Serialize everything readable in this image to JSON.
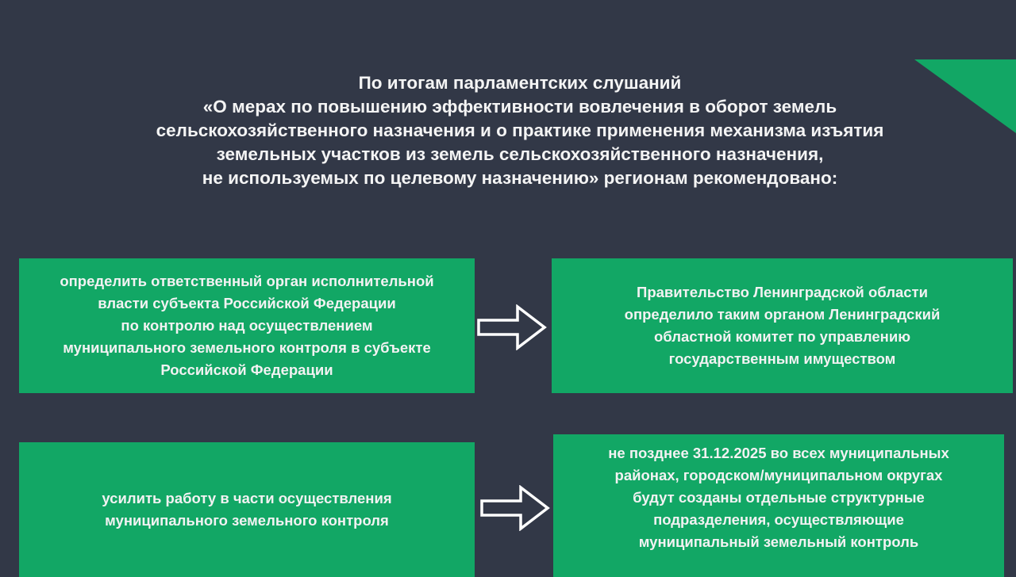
{
  "title": {
    "line1": "По итогам парламентских слушаний",
    "line2": "«О мерах по повышению эффективности вовлечения в оборот земель",
    "line3": "сельскохозяйственного назначения и о практике применения механизма изъятия",
    "line4": "земельных участков из земель сельскохозяйственного назначения,",
    "line5": "не используемых по целевому назначению» регионам рекомендовано:"
  },
  "rows": [
    {
      "recommendation": [
        "определить ответственный орган исполнительной",
        "власти субъекта Российской Федерации",
        "по контролю над осуществлением",
        "муниципального земельного контроля в субъекте",
        "Российской Федерации"
      ],
      "result": [
        "Правительство Ленинградской области",
        "определило таким органом Ленинградский",
        "областной комитет по управлению",
        "государственным имуществом"
      ]
    },
    {
      "recommendation": [
        "усилить работу в части осуществления",
        "муниципального земельного контроля"
      ],
      "result": [
        "не позднее 31.12.2025 во всех муниципальных",
        "районах, городском/муниципальном округах",
        "будут созданы отдельные структурные",
        "подразделения, осуществляющие",
        "муниципальный земельный контроль"
      ]
    }
  ],
  "colors": {
    "background": "#323847",
    "accent": "#12a765"
  }
}
